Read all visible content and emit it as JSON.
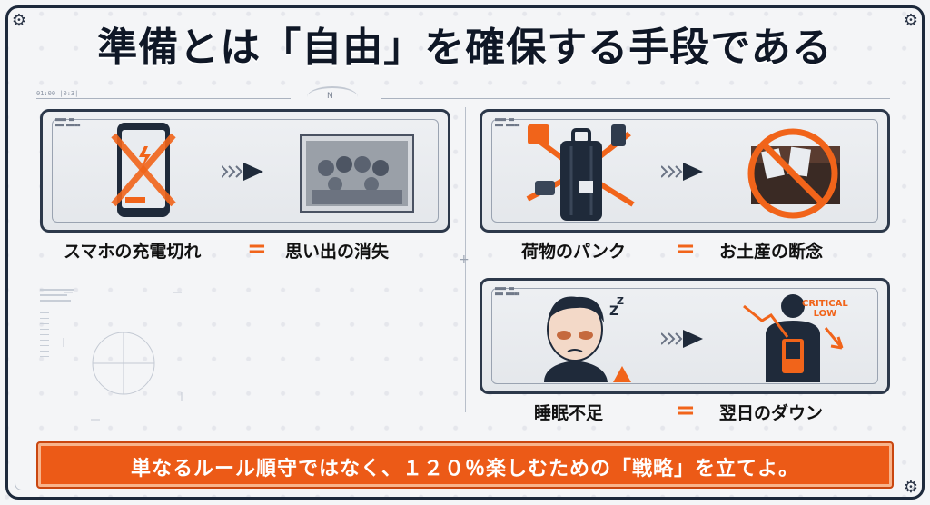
{
  "title": "準備とは「自由」を確保する手段である",
  "hud": {
    "timestamp": "01:00 |0:3|",
    "compass_label": "N"
  },
  "panels": {
    "phone": {
      "left_caption": "スマホの充電切れ",
      "right_caption": "思い出の消失"
    },
    "luggage": {
      "left_caption": "荷物のパンク",
      "right_caption": "お土産の断念"
    },
    "sleep": {
      "left_caption": "睡眠不足",
      "right_caption": "翌日のダウン",
      "badge_line1": "CRITICAL",
      "badge_line2": "LOW"
    }
  },
  "equals_sign": "=",
  "banner": {
    "text": "単なるルール順守ではなく、１２０％楽しむための「戦略」を立てよ。"
  },
  "colors": {
    "accent": "#ec5a17",
    "dark": "#1e2a3c"
  },
  "icons": [
    "smartphone-icon",
    "photo-frame-icon",
    "suitcase-icon",
    "gift-box-icon",
    "tired-face-icon",
    "body-battery-icon",
    "gear-icon",
    "arrow-icon"
  ]
}
